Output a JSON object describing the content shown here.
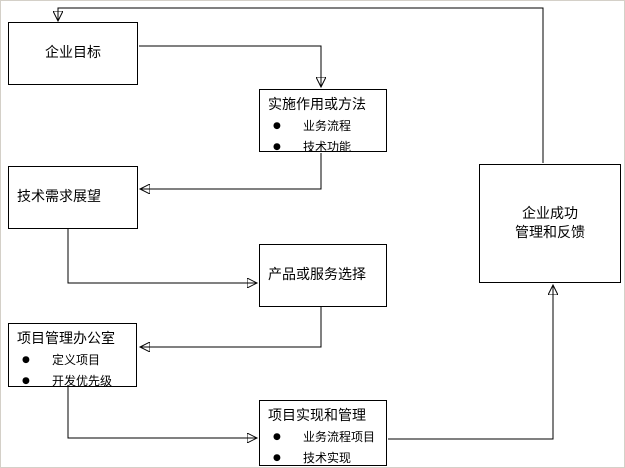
{
  "diagram": {
    "background_color": "#ffffff",
    "line_color": "#000000",
    "bullet_glyph": "●",
    "nodes": {
      "goal": {
        "label": "企业目标"
      },
      "methods": {
        "title": "实施作用或方法",
        "bullets": [
          "业务流程",
          "技术功能"
        ]
      },
      "tech_outlook": {
        "label": "技术需求展望"
      },
      "product_selection": {
        "label": "产品或服务选择"
      },
      "pmo": {
        "title": "项目管理办公室",
        "bullets": [
          "定义项目",
          "开发优先级"
        ]
      },
      "implementation": {
        "title": "项目实现和管理",
        "bullets": [
          "业务流程项目",
          "技术实现"
        ]
      },
      "success": {
        "label_line1": "企业成功",
        "label_line2": "管理和反馈"
      }
    },
    "edges": [
      {
        "from": "success",
        "to": "goal"
      },
      {
        "from": "goal",
        "to": "methods"
      },
      {
        "from": "methods",
        "to": "tech_outlook"
      },
      {
        "from": "tech_outlook",
        "to": "product_selection"
      },
      {
        "from": "product_selection",
        "to": "pmo"
      },
      {
        "from": "pmo",
        "to": "implementation"
      },
      {
        "from": "implementation",
        "to": "success"
      }
    ]
  }
}
